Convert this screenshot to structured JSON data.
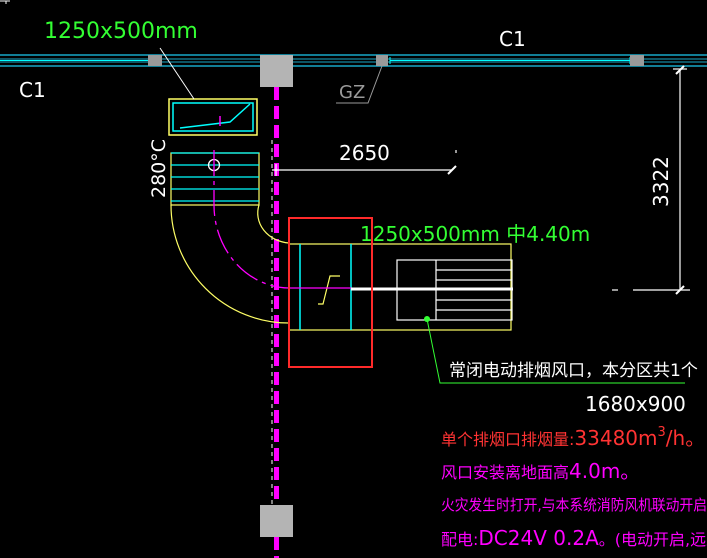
{
  "labels": {
    "duct_size_top": "1250x500mm",
    "window_left": "C1",
    "window_top": "C1",
    "column_label": "GZ",
    "fire_damper_temp": "280°C",
    "dim_horizontal": "2650",
    "dim_vertical": "3322",
    "duct_size_elev": "1250x500mm 中4.40m",
    "outlet_desc": "常闭电动排烟风口，本分区共1个",
    "outlet_size": "1680x900",
    "note_volume_prefix": "单个排烟口排烟量:",
    "note_volume_value": "33480m",
    "note_volume_sup": "3",
    "note_volume_unit": "/h。",
    "note_install_prefix": "风口安装离地面高",
    "note_install_value": "4.0m。",
    "note_fire": "火灾发生时打开,与本系统消防风机联动开启",
    "note_power_prefix": "配电:",
    "note_power_value": "DC24V 0.2A",
    "note_power_suffix": "。(电动开启,远距"
  },
  "colors": {
    "background": "#000000",
    "wall": "#17a8c8",
    "wall_glass": "#00ffff",
    "duct_yellow": "#ffff66",
    "duct_cyan": "#00ffff",
    "magenta": "#ff00ff",
    "green_text": "#33ff33",
    "white": "#ffffff",
    "red_text": "#ff3333",
    "selection_red": "#ff2a2a",
    "column_gray": "#b4b4b4"
  }
}
